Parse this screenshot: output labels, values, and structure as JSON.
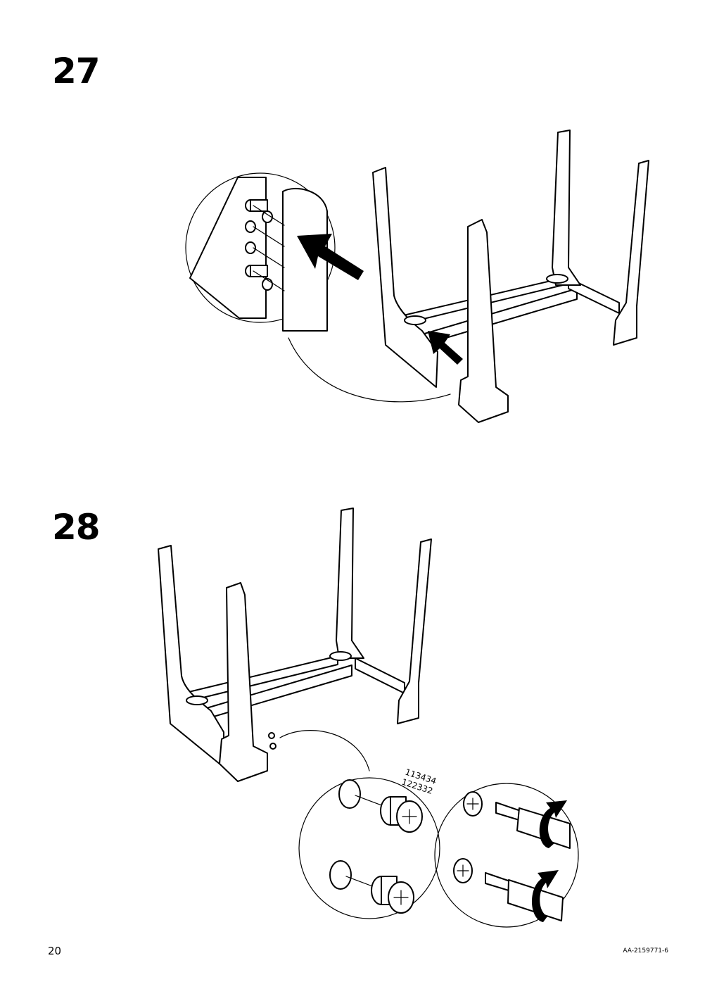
{
  "steps": [
    {
      "number": "27"
    },
    {
      "number": "28"
    }
  ],
  "part_numbers": [
    "113434",
    "122332"
  ],
  "footer": {
    "page_number": "20",
    "document_code": "AA-2159771-6"
  },
  "icons": {
    "arrow": "insert-arrow-icon",
    "rotate": "clockwise-rotate-icon",
    "screwdriver": "screwdriver-icon",
    "cam_lock": "cam-lock-icon"
  }
}
